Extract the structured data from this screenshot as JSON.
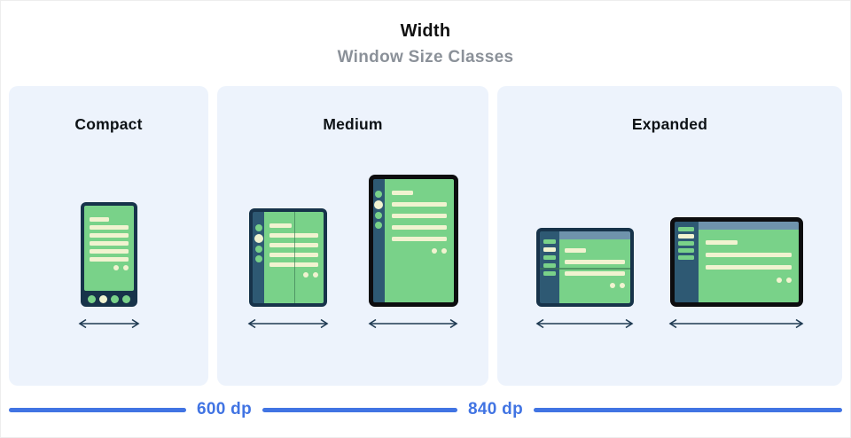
{
  "header": {
    "title": "Width",
    "subtitle": "Window Size Classes"
  },
  "panels": [
    {
      "label": "Compact",
      "devices": [
        {
          "type": "phone"
        }
      ]
    },
    {
      "label": "Medium",
      "devices": [
        {
          "type": "foldable-portrait"
        },
        {
          "type": "tablet-portrait"
        }
      ]
    },
    {
      "label": "Expanded",
      "devices": [
        {
          "type": "foldable-landscape"
        },
        {
          "type": "tablet-landscape"
        }
      ]
    }
  ],
  "ruler": {
    "breakpoints": [
      {
        "label": "600 dp"
      },
      {
        "label": "840 dp"
      }
    ]
  },
  "icons": {
    "width_arrow": "double-headed-horizontal-arrow"
  },
  "palette": {
    "page_bg": "#ffffff",
    "panel_bg": "#edf3fc",
    "frame_navy": "#17334a",
    "frame_black": "#0d0d0f",
    "sidebar_navy": "#2e5973",
    "screen_green": "#79d289",
    "accent_cream": "#f1f3d0",
    "topbar_bluegray": "#6f93ac",
    "fold_line": "#3c7a52",
    "arrow_navy": "#1f3a52",
    "ruler_blue": "#4174e3",
    "title_black": "#111111",
    "subtitle_gray": "#8b9199"
  }
}
